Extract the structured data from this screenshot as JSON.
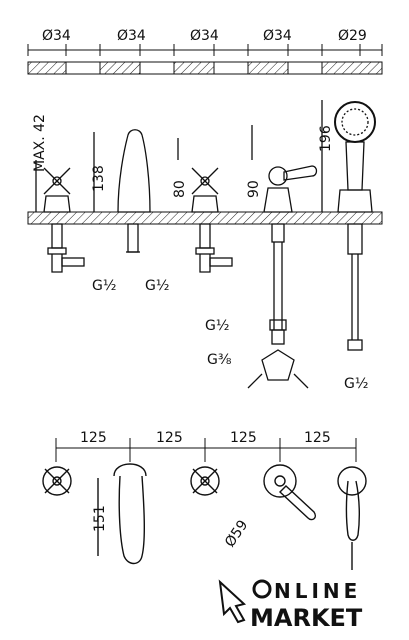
{
  "top_dimensions": [
    "Ø34",
    "Ø34",
    "Ø34",
    "Ø34",
    "Ø29"
  ],
  "side_dimensions": {
    "max": "MAX. 42",
    "spout_height": "138",
    "handle_height": "80",
    "lever_height": "90",
    "shower_height": "196"
  },
  "connection_labels": {
    "left_1": "G½",
    "left_2": "G½",
    "hose_upper": "G½",
    "hose_lower": "G⅜",
    "shower_right": "G½"
  },
  "bottom_dimensions": {
    "spacing": [
      "125",
      "125",
      "125",
      "125"
    ],
    "spout_length": "151",
    "escutcheon": "Ø59"
  },
  "logo": {
    "line1": "NLINE",
    "line2": "MARKET"
  }
}
